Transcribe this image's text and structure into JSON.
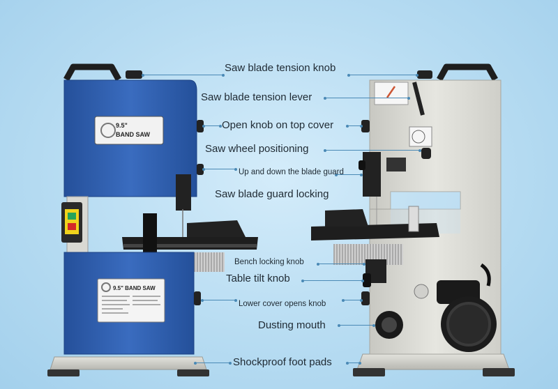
{
  "product": {
    "model_label": "9.5\"",
    "product_label": "BAND SAW"
  },
  "callouts": [
    {
      "id": "saw-blade-tension-knob",
      "text": "Saw blade tension knob",
      "size": "big"
    },
    {
      "id": "saw-blade-tension-lever",
      "text": "Saw blade tension lever",
      "size": "big"
    },
    {
      "id": "open-knob-on-top-cover",
      "text": "Open knob on top cover",
      "size": "big"
    },
    {
      "id": "saw-wheel-positioning",
      "text": "Saw wheel positioning",
      "size": "big"
    },
    {
      "id": "up-and-down-the-blade-guard",
      "text": "Up and down the blade guard",
      "size": "small"
    },
    {
      "id": "saw-blade-guard-locking",
      "text": "Saw blade guard locking",
      "size": "big"
    },
    {
      "id": "bench-locking-knob",
      "text": "Bench locking knob",
      "size": "small"
    },
    {
      "id": "table-tilt-knob",
      "text": "Table tilt knob",
      "size": "big"
    },
    {
      "id": "lower-cover-opens-knob",
      "text": "Lower cover opens knob",
      "size": "small"
    },
    {
      "id": "dusting-mouth",
      "text": "Dusting mouth",
      "size": "big"
    },
    {
      "id": "shockproof-foot-pads",
      "text": "Shockproof foot pads",
      "size": "big"
    }
  ],
  "colors": {
    "background": "#b7dcf2",
    "machine_blue": "#2f5fae",
    "machine_white": "#dcdcd6",
    "leader_line": "#4a89b5",
    "text": "#1f2a33"
  }
}
